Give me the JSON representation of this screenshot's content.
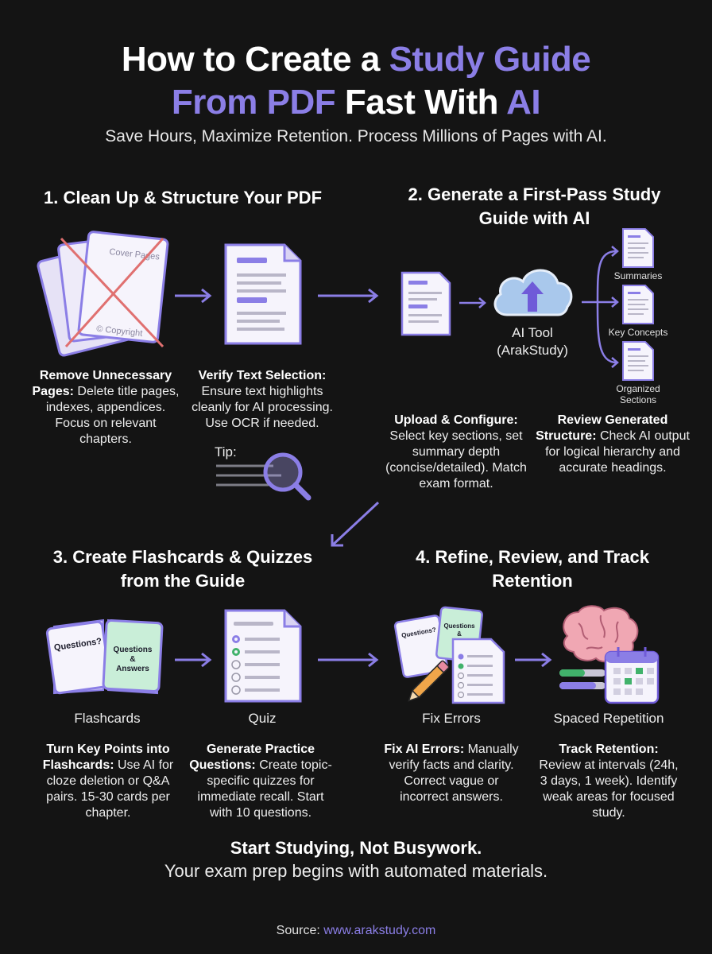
{
  "header": {
    "title_l1_a": "How to Create a ",
    "title_l1_b": "Study Guide",
    "title_l2_a": "From PDF",
    "title_l2_b": " Fast With ",
    "title_l2_c": "AI",
    "subtitle": "Save Hours, Maximize Retention. Process Millions of Pages with AI."
  },
  "step1": {
    "heading": "1. Clean Up & Structure Your PDF",
    "doc_text_top": "Cover Pages",
    "doc_text_bottom": "© Copyright",
    "cap1_bold": "Remove Unnecessary Pages:",
    "cap1_text": " Delete title pages, indexes, appendices. Focus on relevant chapters.",
    "cap2_bold": "Verify Text Selection:",
    "cap2_text": " Ensure text highlights cleanly for AI processing. Use OCR if needed.",
    "tip": "Tip:"
  },
  "step2": {
    "heading": "2. Generate a First-Pass Study Guide with AI",
    "tool_line1": "AI Tool",
    "tool_line2": "(ArakStudy)",
    "out1": "Summaries",
    "out2": "Key Concepts",
    "out3": "Organized Sections",
    "cap1_bold": "Upload & Configure:",
    "cap1_text": " Select key sections, set summary depth (concise/detailed). Match exam format.",
    "cap2_bold": "Review Generated Structure:",
    "cap2_text": " Check AI output for logical hierarchy and accurate headings."
  },
  "step3": {
    "heading": "3. Create Flashcards & Quizzes from the Guide",
    "card1": "Questions?",
    "card2": "Questions & Answers",
    "label1": "Flashcards",
    "label2": "Quiz",
    "cap1_bold": "Turn Key Points into Flashcards:",
    "cap1_text": " Use AI for cloze deletion or Q&A pairs. 15-30 cards per chapter.",
    "cap2_bold": "Generate Practice Questions:",
    "cap2_text": " Create topic-specific quizzes for immediate recall. Start with 10 questions."
  },
  "step4": {
    "heading": "4. Refine, Review, and Track Retention",
    "card1": "Questions?",
    "card2": "Questions & Answers",
    "label1": "Fix Errors",
    "label2": "Spaced Repetition",
    "cap1_bold": "Fix AI Errors:",
    "cap1_text": " Manually verify facts and clarity. Correct vague or incorrect answers.",
    "cap2_bold": "Track Retention:",
    "cap2_text": " Review at intervals (24h, 3 days, 1 week). Identify weak areas for focused study."
  },
  "footer": {
    "line1": "Start Studying, Not Busywork.",
    "line2": "Your exam prep begins with automated materials.",
    "source_label": "Source: ",
    "source_link": "www.arakstudy.com"
  },
  "colors": {
    "background": "#141414",
    "accent": "#8b7ee6",
    "paper": "#f4f2fb",
    "arrow": "#8b7ee6"
  }
}
